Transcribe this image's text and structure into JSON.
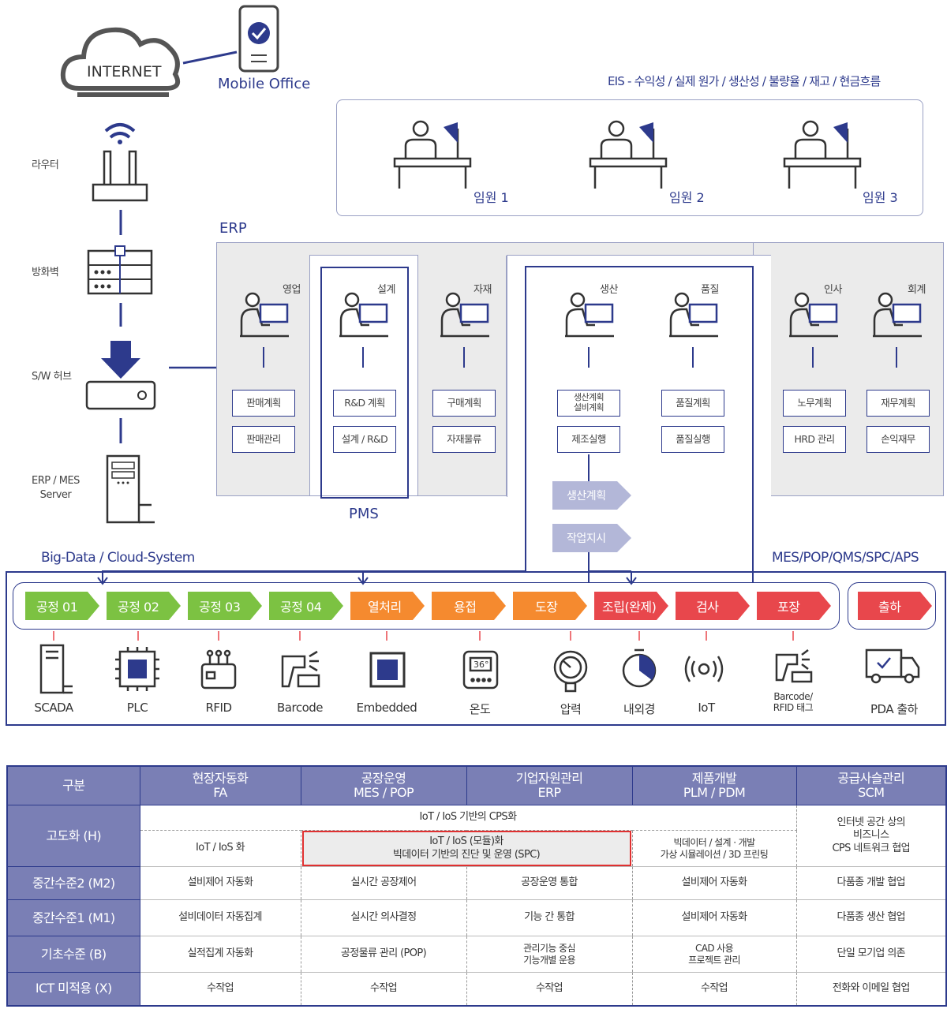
{
  "internet": {
    "cloud_label": "INTERNET",
    "mobile_label": "Mobile Office"
  },
  "network": {
    "router": "라우터",
    "firewall": "방화벽",
    "hub": "S/W 허브",
    "server": "ERP / MES\nServer"
  },
  "eis": {
    "title": "EIS - 수익성 / 실제 원가 / 생산성 / 불량율 / 재고 / 현금흐름",
    "execs": [
      "임원 1",
      "임원 2",
      "임원 3"
    ]
  },
  "erp": {
    "label": "ERP",
    "pms_label": "PMS",
    "departments": [
      {
        "name": "영업",
        "boxes": [
          "판매계획",
          "판매관리"
        ]
      },
      {
        "name": "설계",
        "boxes": [
          "R&D 계획",
          "설계 / R&D"
        ]
      },
      {
        "name": "자재",
        "boxes": [
          "구매계획",
          "자재물류"
        ]
      },
      {
        "name": "생산",
        "boxes": [
          "생산계획\n설비계획",
          "제조실행"
        ]
      },
      {
        "name": "품질",
        "boxes": [
          "품질계획",
          "품질실행"
        ]
      },
      {
        "name": "인사",
        "boxes": [
          "노무계획",
          "HRD 관리"
        ]
      },
      {
        "name": "회계",
        "boxes": [
          "재무계획",
          "손익재무"
        ]
      }
    ],
    "flow_arrows": [
      "생산계획",
      "작업지시"
    ]
  },
  "process": {
    "left_label": "Big-Data / Cloud-System",
    "right_label": "MES/POP/QMS/SPC/APS",
    "steps": [
      "공정 01",
      "공정 02",
      "공정 03",
      "공정 04",
      "열처리",
      "용접",
      "도장",
      "조립(완제)",
      "검사",
      "포장"
    ],
    "ship": "출하",
    "devices": [
      "SCADA",
      "PLC",
      "RFID",
      "Barcode",
      "Embedded",
      "온도",
      "압력",
      "내외경",
      "IoT",
      "Barcode/\nRFID 태그",
      "PDA 출하"
    ],
    "thermo_value": "36°"
  },
  "matrix": {
    "headers": [
      "구분",
      "현장자동화\nFA",
      "공장운영\nMES / POP",
      "기업자원관리\nERP",
      "제품개발\nPLM / PDM",
      "공급사슬관리\nSCM"
    ],
    "h_row": {
      "label": "고도화 (H)",
      "top": "IoT / IoS 기반의 CPS화",
      "fa": "IoT / IoS 화",
      "mid": "IoT / IoS (모듈)화\n빅데이터 기반의 진단 및 운영 (SPC)",
      "plm": "빅데이터 / 설계 · 개발\n가상 시뮬레이션 / 3D 프린팅",
      "scm": "인터넷 공간 상의\n비즈니스\nCPS 네트워크 협업"
    },
    "rows": [
      {
        "label": "중간수준2 (M2)",
        "cells": [
          "설비제어 자동화",
          "실시간 공장제어",
          "공장운영 통합",
          "설비제어 자동화",
          "다품종 개발 협업"
        ]
      },
      {
        "label": "중간수준1 (M1)",
        "cells": [
          "설비데이터 자동집계",
          "실시간 의사결정",
          "기능 간 통합",
          "설비제어 자동화",
          "다품종 생산 협업"
        ]
      },
      {
        "label": "기초수준 (B)",
        "cells": [
          "실적집계 자동화",
          "공정물류 관리 (POP)",
          "관리기능 중심\n기능개별 운용",
          "CAD 사용\n프로젝트 관리",
          "단일 모기업 의존"
        ]
      },
      {
        "label": "ICT 미적용 (X)",
        "cells": [
          "수작업",
          "수작업",
          "수작업",
          "수작업",
          "전화와 이메일 협업"
        ]
      }
    ]
  },
  "colors": {
    "navy": "#2d3a8c",
    "green": "#7cc242",
    "orange": "#f58a2f",
    "red": "#e8474c",
    "header": "#7a7fb5"
  }
}
